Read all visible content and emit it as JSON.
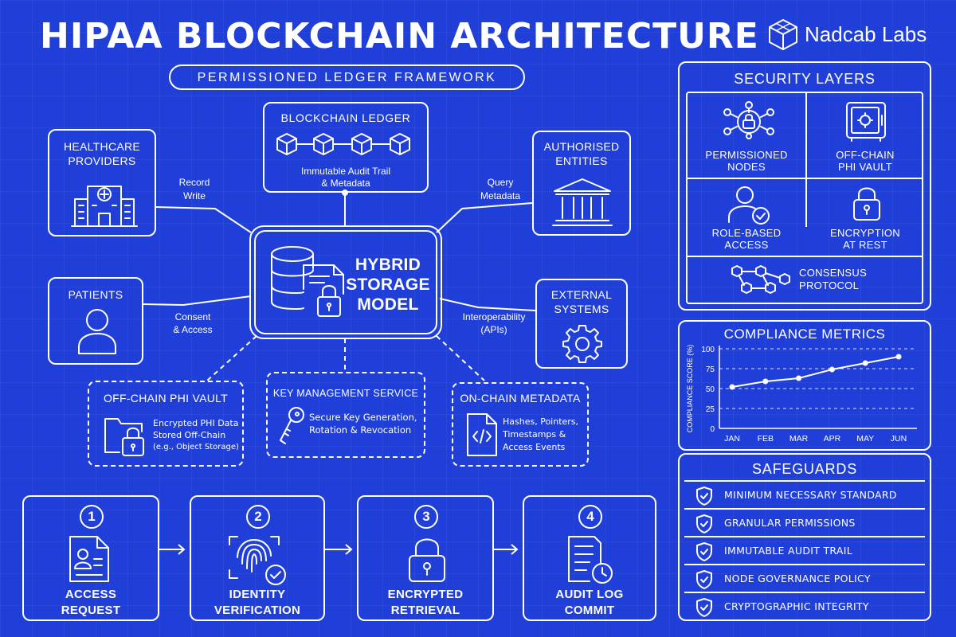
{
  "header": {
    "title": "HIPAA BLOCKCHAIN ARCHITECTURE",
    "subtitle": "PERMISSIONED LEDGER FRAMEWORK",
    "brand": "Nadcab Labs"
  },
  "diagram": {
    "ledger": {
      "title": "BLOCKCHAIN LEDGER",
      "line1": "Immutable Audit Trail",
      "line2": "& Metadata"
    },
    "providers": {
      "line1": "HEALTHCARE",
      "line2": "PROVIDERS"
    },
    "entities": {
      "line1": "AUTHORISED",
      "line2": "ENTITIES"
    },
    "patients": {
      "title": "PATIENTS"
    },
    "external": {
      "line1": "EXTERNAL",
      "line2": "SYSTEMS"
    },
    "hybrid": {
      "line1": "HYBRID",
      "line2": "STORAGE",
      "line3": "MODEL"
    },
    "edges": {
      "record": [
        "Record",
        "Write"
      ],
      "query": [
        "Query",
        "Metadata"
      ],
      "consent": [
        "Consent",
        "& Access"
      ],
      "interop": [
        "Interoperability",
        "(APIs)"
      ]
    },
    "vault": {
      "title": "OFF-CHAIN PHI VAULT",
      "line1": "Encrypted PHI Data",
      "line2": "Stored Off-Chain",
      "line3": "(e.g., Object Storage)"
    },
    "kms": {
      "title": "KEY MANAGEMENT SERVICE",
      "line1": "Secure Key Generation,",
      "line2": "Rotation & Revocation"
    },
    "onchain": {
      "title": "ON-CHAIN METADATA",
      "line1": "Hashes, Pointers,",
      "line2": "Timestamps &",
      "line3": "Access Events"
    }
  },
  "steps": [
    {
      "num": "1",
      "line1": "ACCESS",
      "line2": "REQUEST"
    },
    {
      "num": "2",
      "line1": "IDENTITY",
      "line2": "VERIFICATION"
    },
    {
      "num": "3",
      "line1": "ENCRYPTED",
      "line2": "RETRIEVAL"
    },
    {
      "num": "4",
      "line1": "AUDIT LOG",
      "line2": "COMMIT"
    }
  ],
  "security": {
    "title": "SECURITY LAYERS",
    "cells": [
      {
        "line1": "PERMISSIONED",
        "line2": "NODES",
        "icon": "network-lock-icon"
      },
      {
        "line1": "OFF-CHAIN",
        "line2": "PHI VAULT",
        "icon": "safe-icon"
      },
      {
        "line1": "ROLE-BASED",
        "line2": "ACCESS",
        "icon": "user-check-icon"
      },
      {
        "line1": "ENCRYPTION",
        "line2": "AT REST",
        "icon": "padlock-icon"
      }
    ],
    "consensus": {
      "line1": "CONSENSUS",
      "line2": "PROTOCOL"
    }
  },
  "compliance": {
    "title": "COMPLIANCE METRICS"
  },
  "chart_data": {
    "type": "line",
    "title": "COMPLIANCE METRICS",
    "ylabel": "COMPLIANCE SCORE (%)",
    "xlabel": "",
    "categories": [
      "JAN",
      "FEB",
      "MAR",
      "APR",
      "MAY",
      "JUN"
    ],
    "values": [
      52,
      59,
      63,
      74,
      82,
      90
    ],
    "ylim": [
      0,
      100
    ],
    "yticks": [
      "0",
      "25",
      "50",
      "75",
      "100"
    ],
    "grid": "dashed-horizontal"
  },
  "safeguards": {
    "title": "SAFEGUARDS",
    "items": [
      "MINIMUM NECESSARY STANDARD",
      "GRANULAR PERMISSIONS",
      "IMMUTABLE AUDIT TRAIL",
      "NODE GOVERNANCE POLICY",
      "CRYPTOGRAPHIC INTEGRITY"
    ]
  },
  "colors": {
    "background": "#1f3fd8",
    "line": "#ffffff"
  }
}
